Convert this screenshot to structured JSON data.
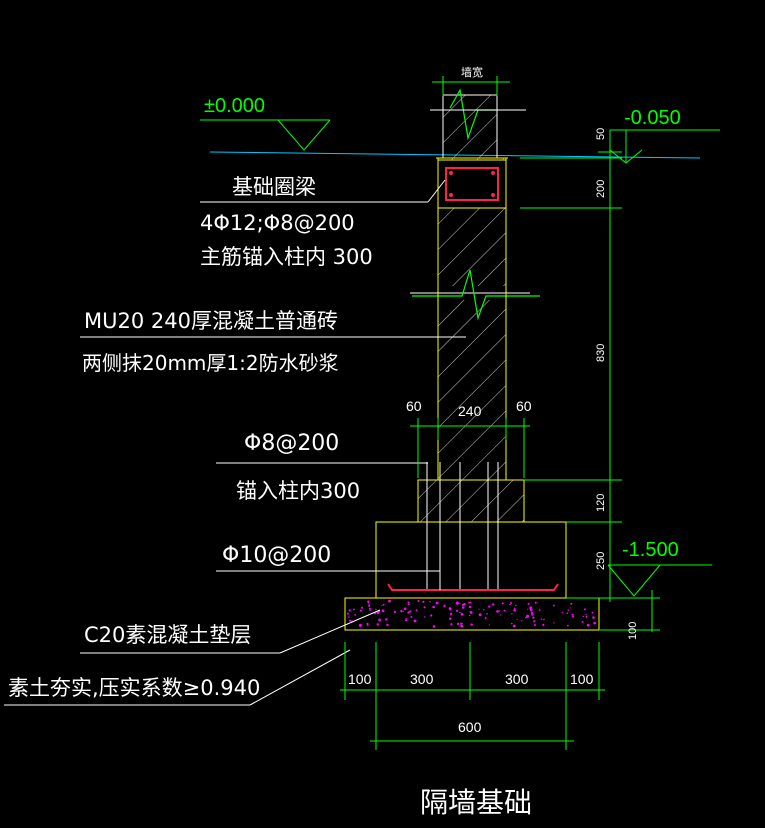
{
  "title": "隔墙基础",
  "levels": {
    "top": "±0.000",
    "right_top": "-0.050",
    "bottom": "-1.500"
  },
  "top_label": "墙宽",
  "notes": {
    "beam_title": "基础圈梁",
    "beam_rebar": "4Φ12;Φ8@200",
    "beam_anchor": "主筋锚入柱内   300",
    "brick": "MU20  240厚混凝土普通砖",
    "plaster": "两侧抹20mm厚1:2防水砂浆",
    "stirrup": "Φ8@200",
    "anchor": "锚入柱内300",
    "bottom_rebar": "Φ10@200",
    "cushion": "C20素混凝土垫层",
    "soil": "素土夯实,压实系数≥0.940"
  },
  "dims": {
    "right": [
      "50",
      "200",
      "830",
      "120",
      "250",
      "100"
    ],
    "step_left": "60",
    "wall": "240",
    "step_right": "60",
    "bottom_row": [
      "100",
      "300",
      "300",
      "100"
    ],
    "total": "600"
  },
  "colors": {
    "background": "#000000",
    "outline": "#ffff00",
    "text": "#ffffff",
    "dimension": "#00ff00",
    "ground": "#00c8ff",
    "beam_box": "#ff2050",
    "cushion_dots": "#ff00ff"
  }
}
